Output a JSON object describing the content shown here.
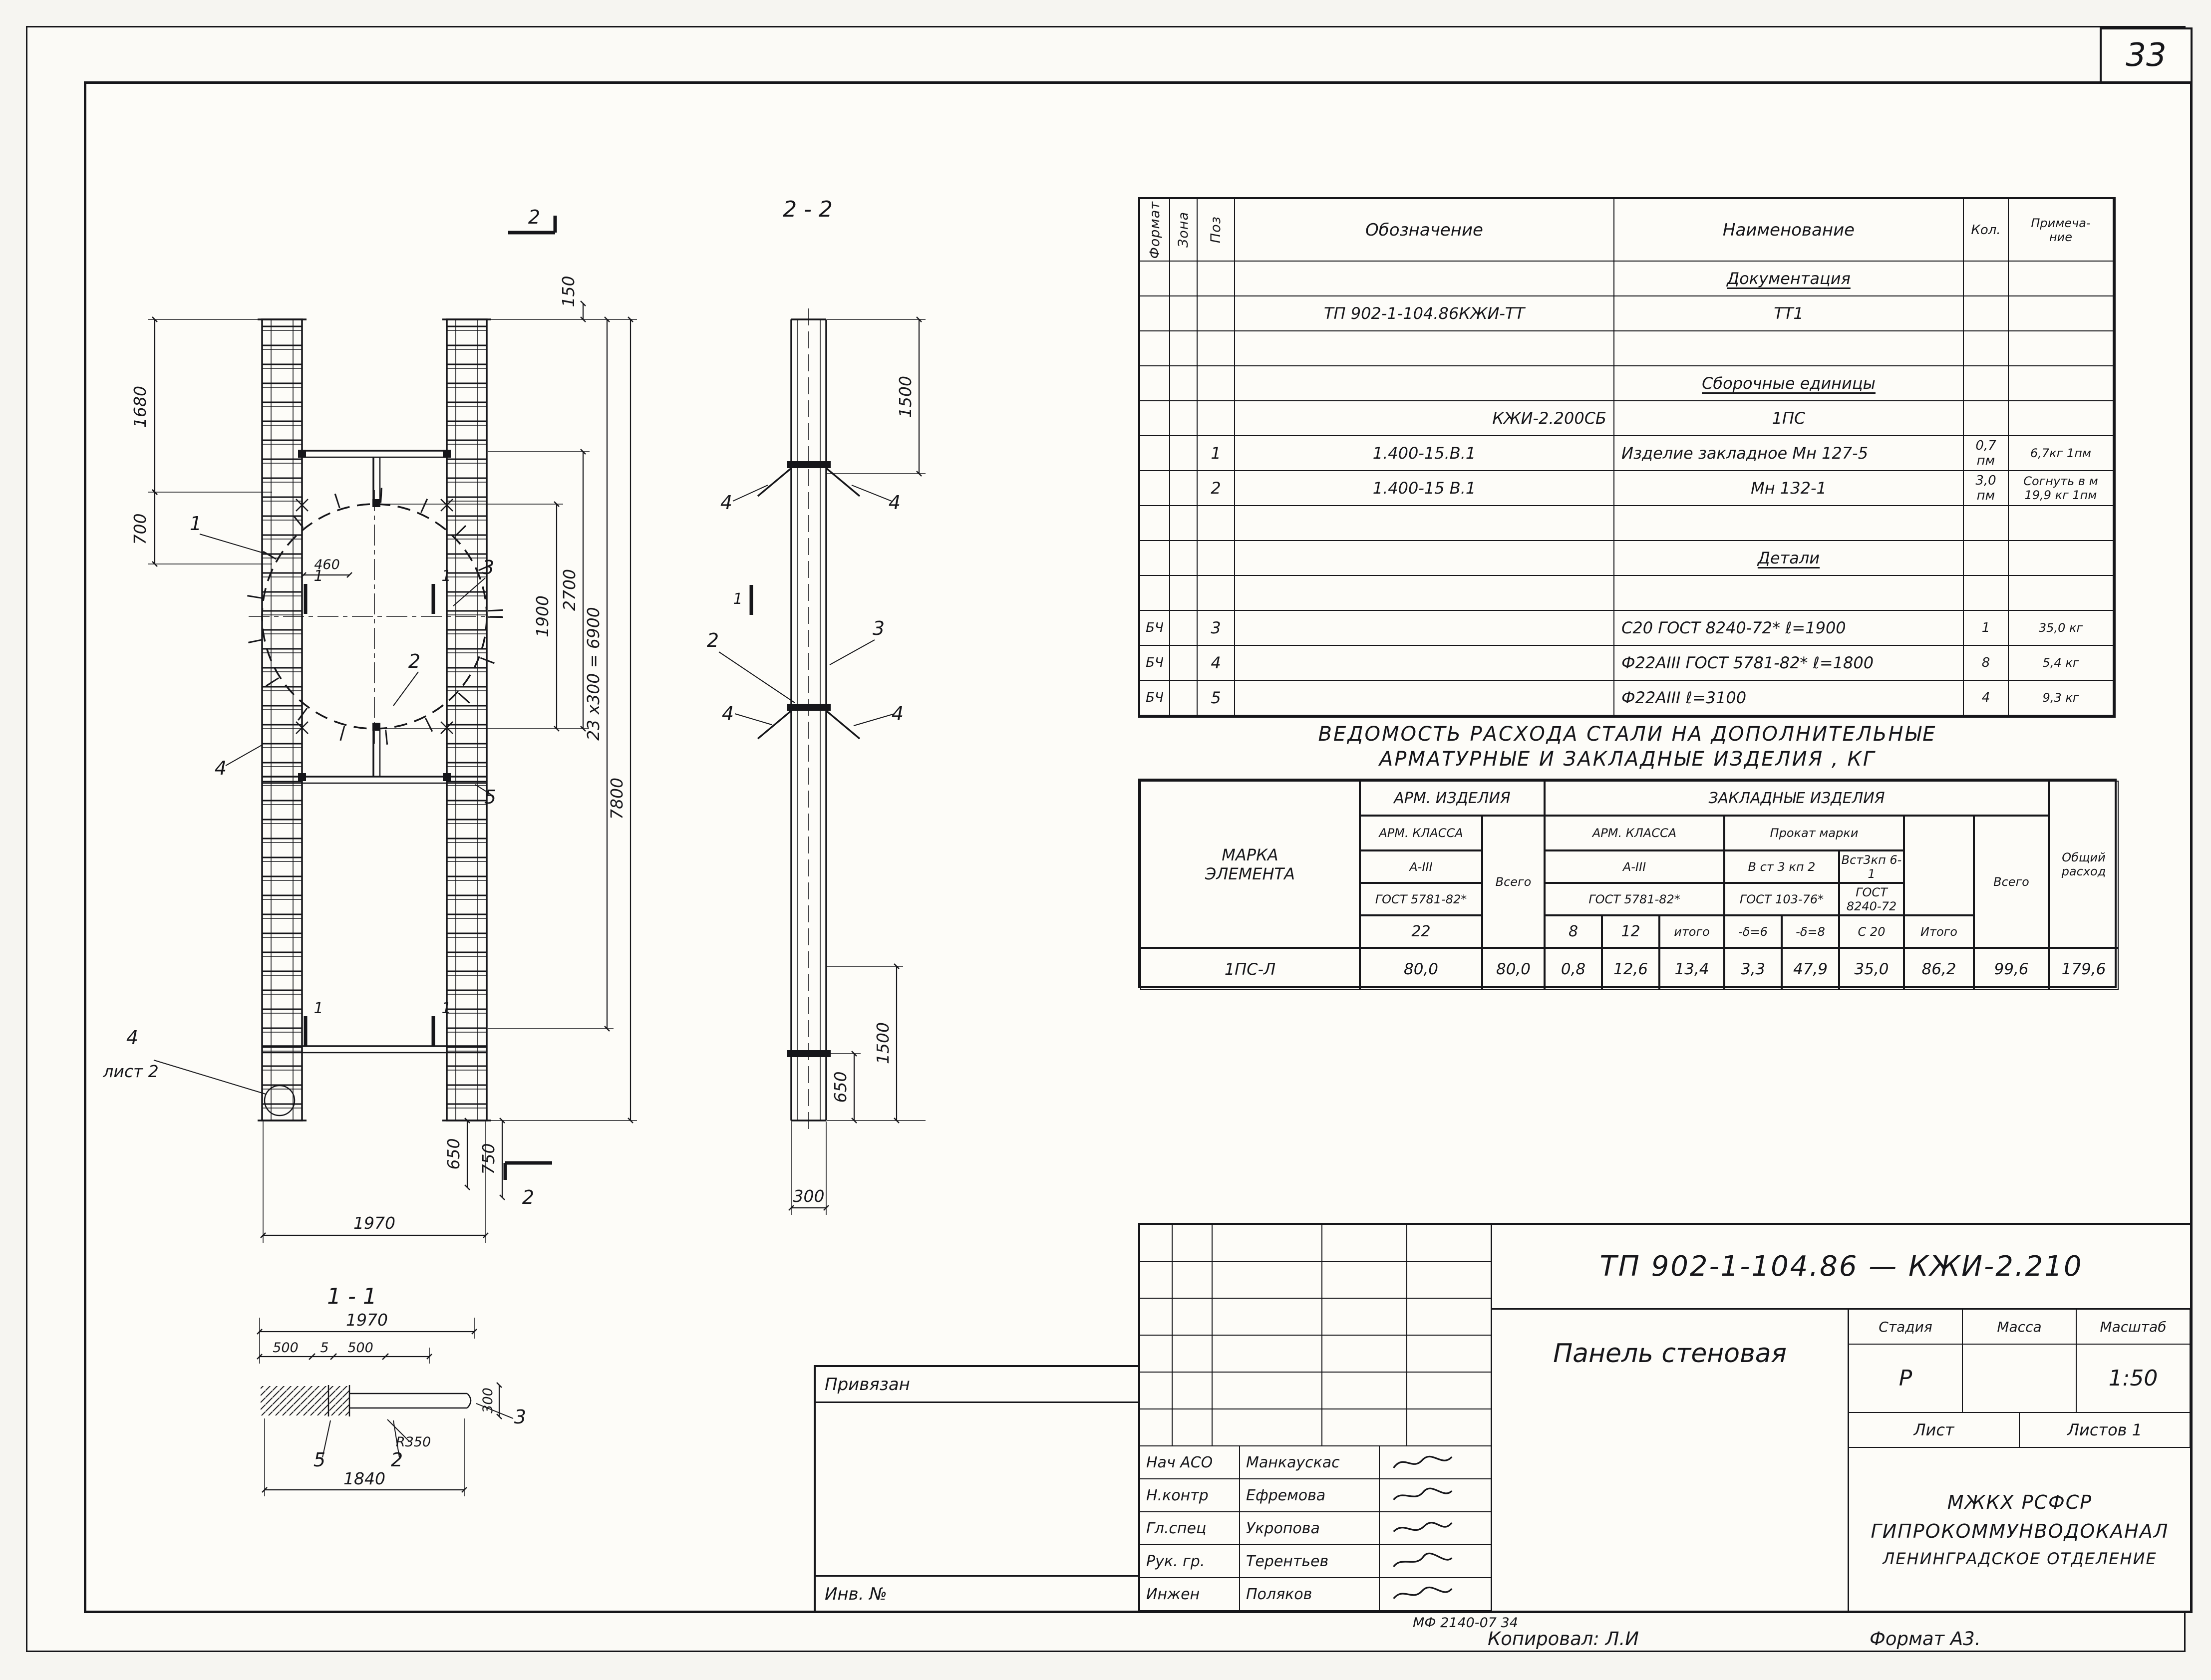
{
  "page": {
    "number": "33",
    "stamp": "МФ 2140-07   34",
    "copied": "Копировал: Л.И",
    "format": "Формат А3."
  },
  "drawing": {
    "marks": {
      "sec2": "2",
      "view22": "2 - 2",
      "sec1": "1",
      "view11": "1 - 1"
    },
    "dims": {
      "d150": "150",
      "d1680": "1680",
      "d700": "700",
      "d460": "460",
      "d1900": "1900",
      "d2700": "2700",
      "d6900": "23 x300 = 6900",
      "d7800": "7800",
      "d650": "650",
      "d750": "750",
      "d1970": "1970",
      "d1500": "1500",
      "d300": "300",
      "d500": "500",
      "d5": "5",
      "d1840": "1840",
      "r350": "R350"
    },
    "callouts": {
      "c1": "1",
      "c2": "2",
      "c3": "3",
      "c4": "4",
      "c5": "5",
      "sheet_ref": "лист 2"
    }
  },
  "spec_table": {
    "headers": {
      "format": "Формат",
      "zone": "Зона",
      "pos": "Поз",
      "designation": "Обозначение",
      "name": "Наименование",
      "qty": "Кол.",
      "note": "Примеча-\nние"
    },
    "rows": [
      {
        "name": "Документация"
      },
      {
        "designation": "ТП 902-1-104.86КЖИ-ТТ",
        "name": "ТТ1"
      },
      {},
      {
        "name": "Сборочные единицы"
      },
      {
        "designation": "КЖИ-2.200СБ",
        "name": "1ПС"
      },
      {
        "pos": "1",
        "designation": "1.400-15.В.1",
        "name": "Изделие закладное Мн 127-5",
        "qty": "0,7\nпм",
        "note": "6,7кг 1пм"
      },
      {
        "pos": "2",
        "designation": "1.400-15 В.1",
        "name": "Мн 132-1",
        "qty": "3,0\nпм",
        "note": "Согнуть в м\n19,9 кг 1пм"
      },
      {},
      {
        "name": "Детали"
      },
      {},
      {
        "format": "БЧ",
        "pos": "3",
        "name": "С20 ГОСТ 8240-72*  ℓ=1900",
        "qty": "1",
        "note": "35,0 кг"
      },
      {
        "format": "БЧ",
        "pos": "4",
        "name": "Ф22АIII  ГОСТ 5781-82*  ℓ=1800",
        "qty": "8",
        "note": "5,4 кг"
      },
      {
        "format": "БЧ",
        "pos": "5",
        "name": "Ф22АIII   ℓ=3100",
        "qty": "4",
        "note": "9,3 кг"
      }
    ]
  },
  "vedomost": {
    "title1": "ВЕДОМОСТЬ  РАСХОДА  СТАЛИ  НА  ДОПОЛНИТЕЛЬНЫЕ",
    "title2": "АРМАТУРНЫЕ  И  ЗАКЛАДНЫЕ  ИЗДЕЛИЯ ,  КГ",
    "headers": {
      "mark": "МАРКА\nЭЛЕМЕНТА",
      "arm_group": "АРМ. ИЗДЕЛИЯ",
      "emb_group": "ЗАКЛАДНЫЕ  ИЗДЕЛИЯ",
      "arm_class": "АРМ. КЛАССА",
      "a3": "А-III",
      "gost5781": "ГОСТ 5781-82*",
      "d22": "22",
      "total": "Всего",
      "rolled": "Прокат марки",
      "vst3kp2": "В ст 3 кп 2",
      "gost103": "ГОСТ 103-76*",
      "vst3kp61": "Вст3кп 6-1",
      "gost8240": "ГОСТ 8240-72",
      "d8": "8",
      "d12": "12",
      "subtotal": "итого",
      "s6": "-δ=6",
      "s8": "-δ=8",
      "c20": "С 20",
      "itogo": "Итого",
      "grand": "Общий\nрасход"
    },
    "row": {
      "mark": "1ПС-Л",
      "values": [
        "80,0",
        "80,0",
        "0,8",
        "12,6",
        "13,4",
        "3,3",
        "47,9",
        "35,0",
        "86,2",
        "99,6",
        "179,6"
      ]
    }
  },
  "title_block": {
    "doc_number": "ТП 902-1-104.86 — КЖИ-2.210",
    "doc_title": "Панель стеновая",
    "stage_label": "Стадия",
    "mass_label": "Масса",
    "scale_label": "Масштаб",
    "stage": "Р",
    "scale": "1:50",
    "sheet_label": "Лист",
    "sheets_label": "Листов  1",
    "org1": "МЖКХ    РСФСР",
    "org2": "ГИПРОКОММУНВОДОКАНАЛ",
    "org3": "ЛЕНИНГРАДСКОЕ ОТДЕЛЕНИЕ",
    "binding_label": "Привязан",
    "inv_label": "Инв. №",
    "signatures": [
      {
        "role": "Нач АСО",
        "name": "Манкаускас"
      },
      {
        "role": "Н.контр",
        "name": "Ефремова"
      },
      {
        "role": "Гл.спец",
        "name": "Укропова"
      },
      {
        "role": "Рук. гр.",
        "name": "Терентьев"
      },
      {
        "role": "Инжен",
        "name": "Поляков"
      }
    ]
  }
}
